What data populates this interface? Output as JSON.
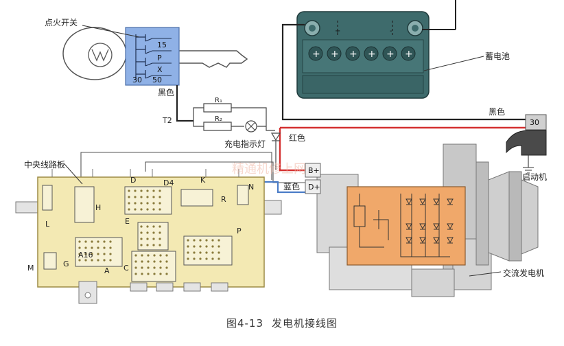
{
  "caption": {
    "figure_no": "图4-13",
    "title": "发电机接线图"
  },
  "labels": {
    "ignition_switch": "点火开关",
    "battery": "蓄电池",
    "black_wire_1": "黑色",
    "black_wire_2": "黑色",
    "red_wire": "红色",
    "blue_wire": "蓝色",
    "charge_lamp": "充电指示灯",
    "central_board": "中央线路板",
    "starter": "启动机",
    "alternator": "交流发电机",
    "t2": "T2",
    "r1": "R₁",
    "r2": "R₂",
    "starter_terminal": "30",
    "alt_b_plus": "B+",
    "alt_d_plus": "D+",
    "watermark": "精通机修上网"
  },
  "switch_terminals": [
    "15",
    "P",
    "X",
    "30",
    "50"
  ],
  "board_letters": [
    "D",
    "D4",
    "K",
    "N",
    "H",
    "L",
    "E",
    "R",
    "P",
    "M",
    "G",
    "A",
    "A16",
    "C"
  ],
  "battery_cells": [
    "+",
    "+",
    "+",
    "+",
    "+",
    "+"
  ],
  "colors": {
    "battery": "#3e6b6c",
    "battery_cell": "#2f5556",
    "switch": "#8fb1e6",
    "board": "#f3e9b3",
    "board_edge": "#9c8a45",
    "regulator": "#f0a86a",
    "wire_black": "#222222",
    "wire_red": "#d43030",
    "wire_blue": "#4a7cc7",
    "housing": "#c8c8c8"
  }
}
